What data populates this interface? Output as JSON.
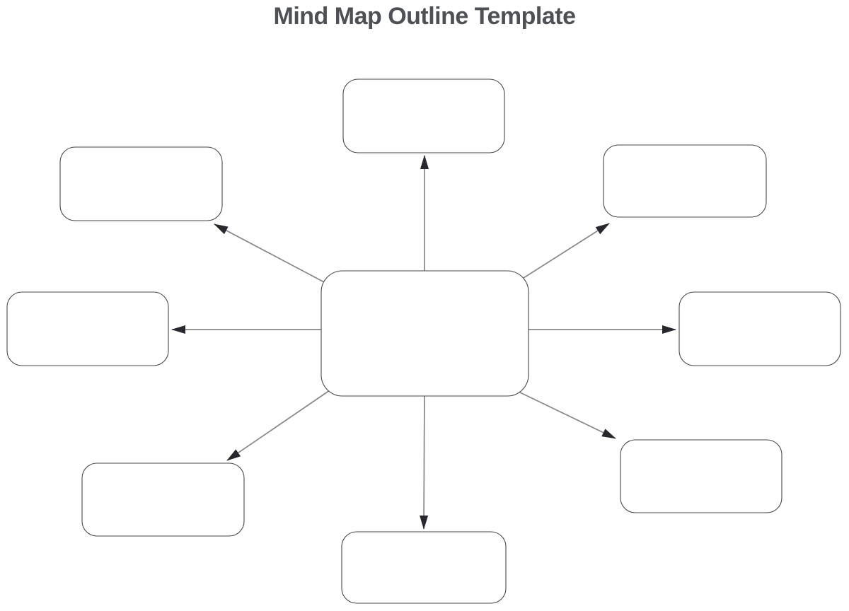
{
  "header": {
    "title": "Mind Map Outline Template"
  },
  "diagram": {
    "type": "mind-map-template",
    "center_node": {
      "id": "center",
      "label": ""
    },
    "branch_nodes": [
      {
        "id": "top",
        "label": ""
      },
      {
        "id": "top-right",
        "label": ""
      },
      {
        "id": "right",
        "label": ""
      },
      {
        "id": "bottom-right",
        "label": ""
      },
      {
        "id": "bottom",
        "label": ""
      },
      {
        "id": "bottom-left",
        "label": ""
      },
      {
        "id": "left",
        "label": ""
      },
      {
        "id": "top-left",
        "label": ""
      }
    ],
    "connectors": [
      {
        "from": "center",
        "to": "top",
        "arrowhead": "filled-triangle"
      },
      {
        "from": "center",
        "to": "top-right",
        "arrowhead": "filled-triangle"
      },
      {
        "from": "center",
        "to": "right",
        "arrowhead": "filled-triangle"
      },
      {
        "from": "center",
        "to": "bottom-right",
        "arrowhead": "filled-triangle"
      },
      {
        "from": "center",
        "to": "bottom",
        "arrowhead": "filled-triangle"
      },
      {
        "from": "center",
        "to": "bottom-left",
        "arrowhead": "filled-triangle"
      },
      {
        "from": "center",
        "to": "left",
        "arrowhead": "filled-triangle"
      },
      {
        "from": "center",
        "to": "top-left",
        "arrowhead": "filled-triangle"
      }
    ],
    "colors": {
      "background": "#ffffff",
      "title_text": "#4d5156",
      "node_fill": "#ffffff",
      "node_stroke": "#44474c",
      "connector_line": "#85878a",
      "arrowhead": "#26282d"
    }
  }
}
